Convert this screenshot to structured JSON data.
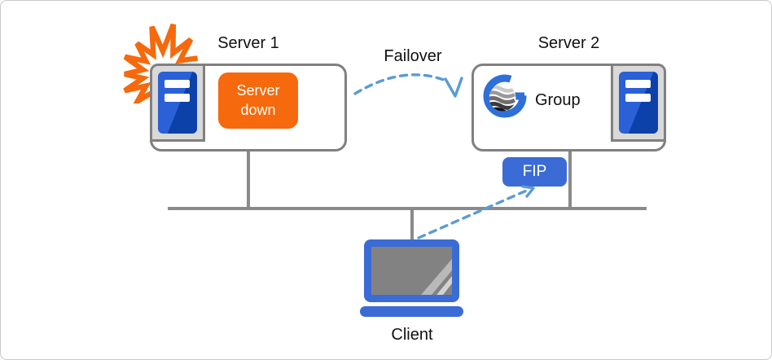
{
  "labels": {
    "server1_title": "Server 1",
    "server2_title": "Server 2",
    "failover": "Failover",
    "server_down": "Server down",
    "group": "Group",
    "fip": "FIP",
    "client": "Client"
  },
  "icons": {
    "starburst": "crash-starburst-icon",
    "server": "server-tower-icon",
    "group_logo": "cluster-group-logo-icon",
    "laptop": "client-laptop-icon"
  },
  "colors": {
    "orange": "#F6690D",
    "blue": "#3B6BD5",
    "tower_blue_light": "#2B60D6",
    "tower_blue_dark": "#0B41A8",
    "ring_blue": "#2E6FD8",
    "arrow_blue": "#5B9BD5",
    "line_gray": "#8A8A8A",
    "border_gray": "#808080",
    "panel_gray": "#D9D9D9",
    "screen_gray": "#828282",
    "canvas_border": "#C9C9C9"
  }
}
